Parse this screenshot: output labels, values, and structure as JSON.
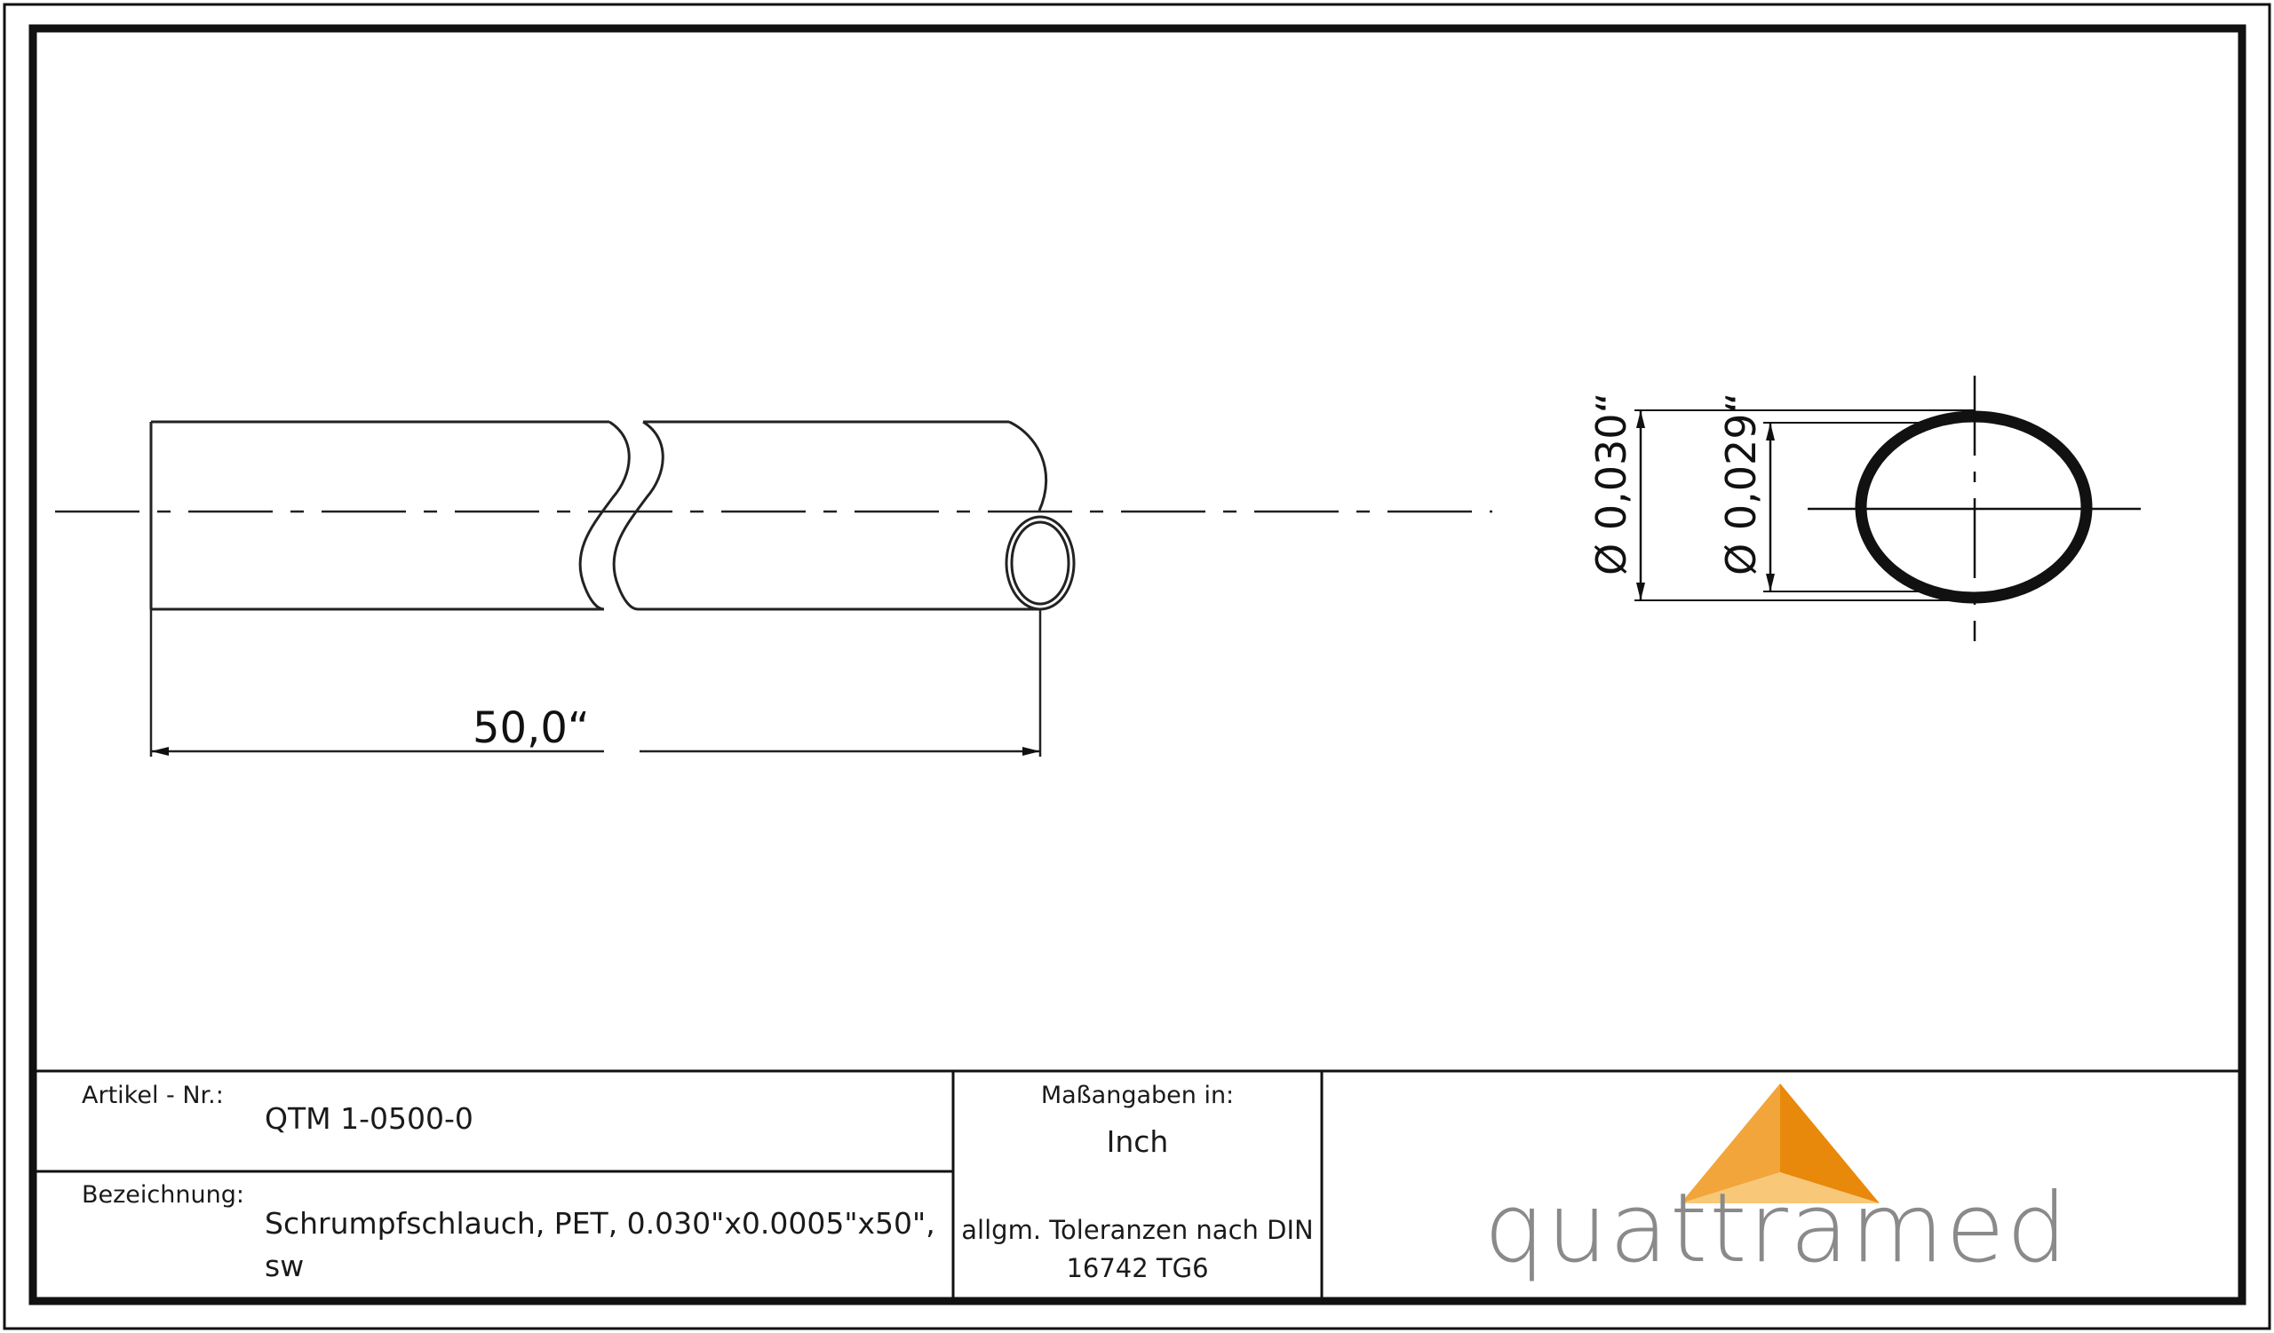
{
  "drawing": {
    "length_dimension": "50,0“",
    "outer_diameter": "Ø 0,030“",
    "inner_diameter": "Ø 0,029“"
  },
  "title_block": {
    "article_label": "Artikel - Nr.:",
    "article_value": "QTM 1-0500-0",
    "designation_label": "Bezeichnung:",
    "designation_line1": "Schrumpfschlauch, PET, 0.030\"x0.0005\"x50\",",
    "designation_line2": "sw",
    "units_label": "Maßangaben in:",
    "units_value": "Inch",
    "tolerance_line1": "allgm. Toleranzen nach DIN",
    "tolerance_line2": "16742 TG6"
  },
  "logo": {
    "text": "quattramed",
    "colors": {
      "orange_dark": "#e8890c",
      "orange_mid": "#f2a53a",
      "orange_light": "#f8c878",
      "text_gray": "#8a8a8a"
    }
  }
}
